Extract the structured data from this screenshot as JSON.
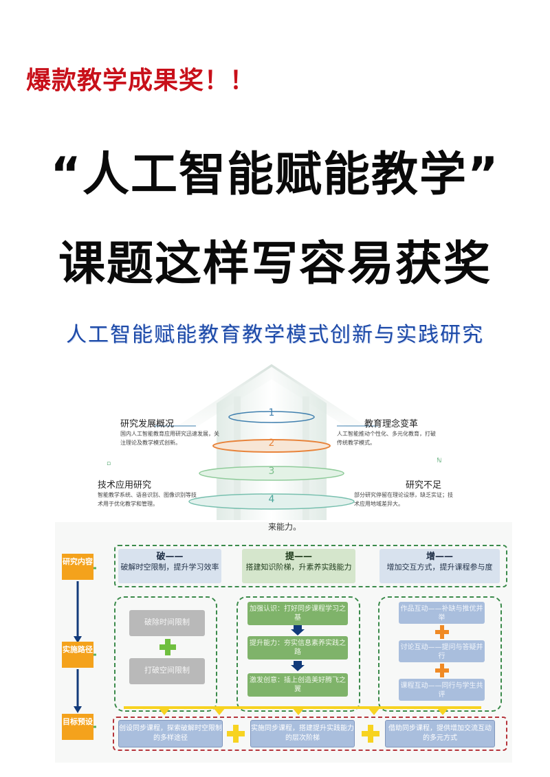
{
  "top_tag": "爆款教学成果奖！！",
  "headline": {
    "line1": "“人工智能赋能教学”",
    "line2": "课题这样写容易获奖"
  },
  "subtitle": "人工智能赋能教育教学模式创新与实践研究",
  "arch": {
    "numbers": [
      "1",
      "2",
      "3",
      "4"
    ],
    "blocks": [
      {
        "title": "研究发展概况",
        "desc": "国内人工智能教育应用研究迅速发展，关注理论及教学模式创新。"
      },
      {
        "title": "教育理念变革",
        "desc": "人工智能推动个性化、多元化教育，打破传统教学模式。"
      },
      {
        "title": "技术应用研究",
        "desc": "智能教学系统、语音识别、图像识别等技术用于优化教学和管理。"
      },
      {
        "title": "研究不足",
        "desc": "部分研究停留在理论设想，缺乏实证；技术应用地域差异大。"
      }
    ]
  },
  "flow": {
    "fragment": "来能力。",
    "sides": {
      "research": "研究内容",
      "path": "实施路径",
      "goal": "目标预设"
    },
    "columns": [
      {
        "key": "破——",
        "text": "破解时空限制，提升学习效率",
        "items": [
          "破除时间限制",
          "打破空间限制"
        ]
      },
      {
        "key": "提——",
        "text": "搭建知识阶梯，升素养实践能力",
        "items": [
          "加强认识：打好同步课程学习之基",
          "提升能力：夯实信息素养实践之路",
          "激发创意：插上创造美好腾飞之翼"
        ]
      },
      {
        "key": "增——",
        "text": "增加交互方式，提升课程参与度",
        "items": [
          "作品互动——补缺与推优并举",
          "讨论互动——提问与答疑并行",
          "课程互动——同行与学生共评"
        ]
      }
    ],
    "goals": [
      "创设同步课程，探索破解时空限制的多样途径",
      "实施同步课程，搭建提升实践能力的层次阶梯",
      "借助同步课程，提供增加交流互动的多元方式"
    ]
  },
  "colors": {
    "tag_red": "#c8101a",
    "subtitle_blue": "#1d4aa8",
    "side_orange": "#f4a21c",
    "plus_green": "#6fbf3f",
    "plus_orange": "#f08a24",
    "arrow_yellow": "#f7d321"
  }
}
